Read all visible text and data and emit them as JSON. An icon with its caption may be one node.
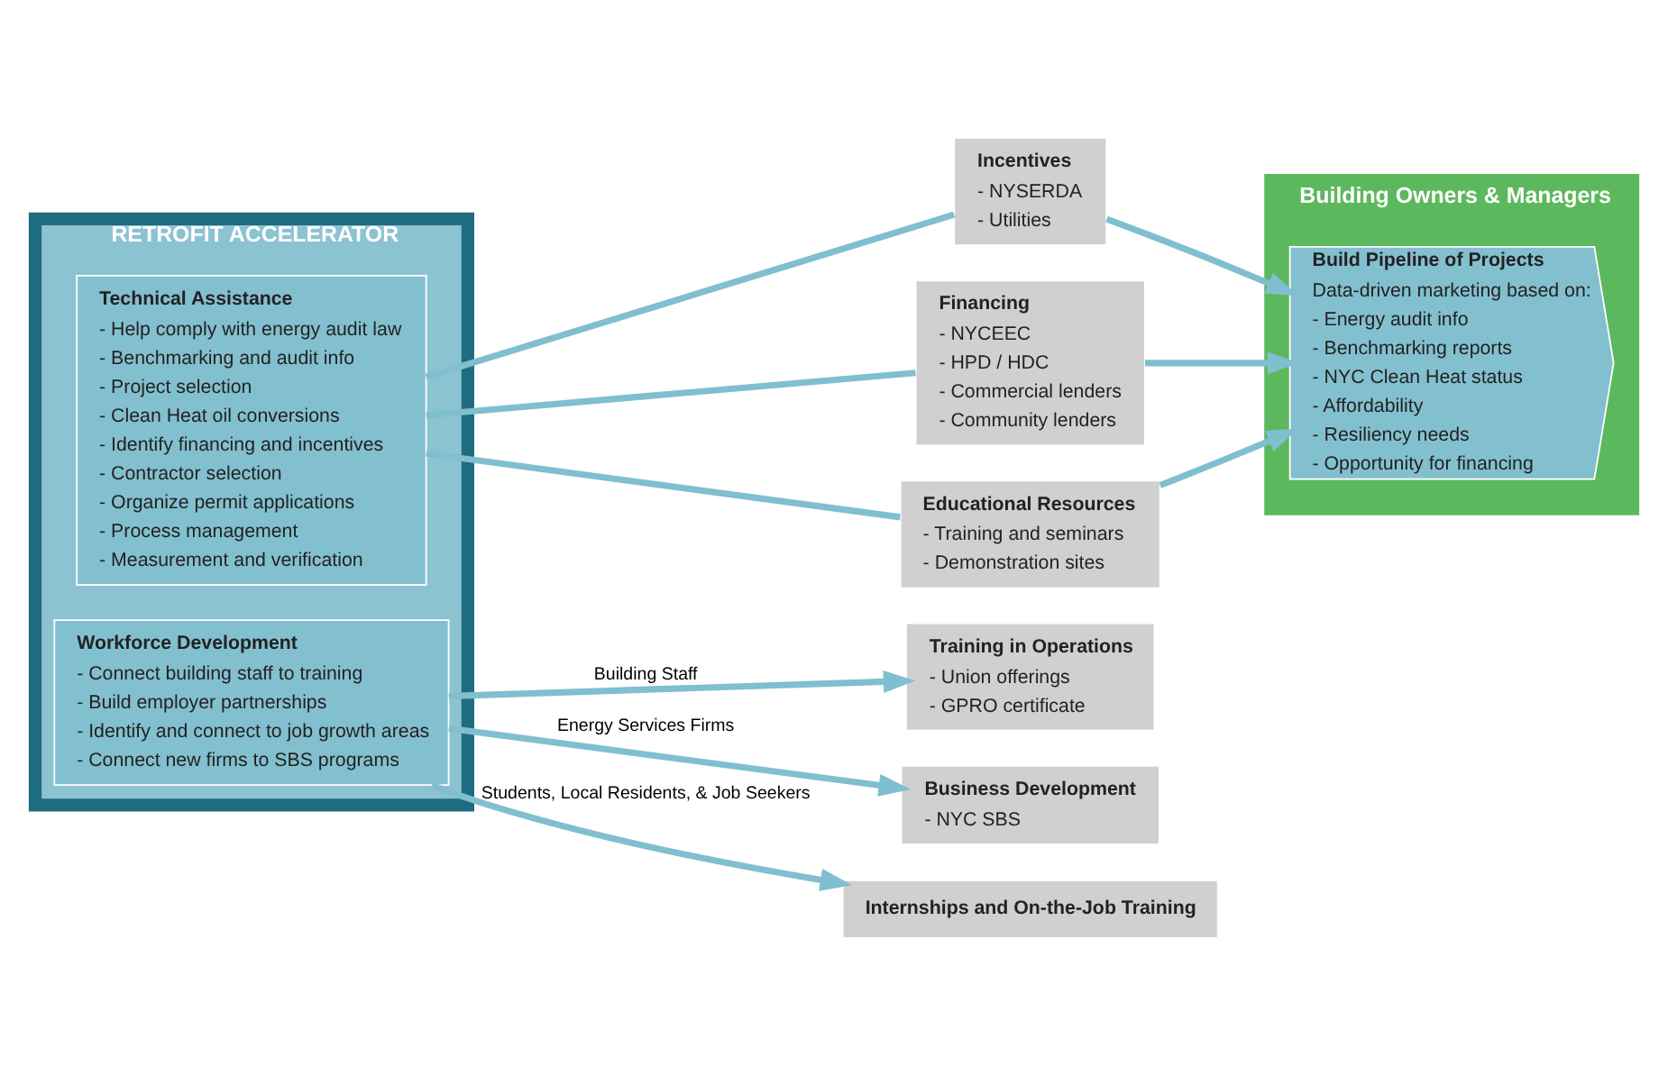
{
  "diagram": {
    "nodes": [
      {
        "text": [
          "RETROFIT ACCELERATOR"
        ]
      },
      {
        "text": [
          "Building Owners & Managers"
        ]
      },
      {
        "text": [
          "Build Pipeline of Projects",
          "Data-driven marketing based on:",
          "- Energy audit info",
          "- Benchmarking reports",
          "- NYC Clean Heat status",
          "- Affordability",
          "- Resiliency needs",
          "- Opportunity for financing"
        ],
        "in": 1
      },
      {
        "text": [
          "Technical Assistance",
          "- Help comply with energy audit law",
          "- Benchmarking and audit info",
          "- Project selection",
          "- Clean Heat oil conversions",
          "- Identify financing and incentives",
          "- Contractor selection",
          "- Organize permit applications",
          "- Process management",
          "- Measurement and verification"
        ],
        "in": 0
      },
      {
        "text": [
          "Workforce Development",
          "- Connect building staff to training",
          "- Build employer partnerships",
          "- Identify and connect to job growth areas",
          "- Connect new firms to SBS programs"
        ],
        "in": 0
      },
      {
        "text": [
          "Incentives",
          "- NYSERDA",
          "- Utilities"
        ]
      },
      {
        "text": [
          "Financing",
          "- NYCEEC",
          "- HPD / HDC",
          "- Commercial lenders",
          "- Community lenders"
        ]
      },
      {
        "text": [
          "Educational Resources",
          "- Training and seminars",
          "- Demonstration sites"
        ]
      },
      {
        "text": [
          "Training in Operations",
          "- Union offerings",
          "- GPRO certificate"
        ]
      },
      {
        "text": [
          "Business Development",
          "- NYC SBS"
        ]
      },
      {
        "text": [
          "Internships and On-the-Job Training"
        ]
      }
    ],
    "edges": [
      {
        "from": 3,
        "to": 5,
        "arrow": "none"
      },
      {
        "from": 3,
        "to": 6,
        "arrow": "none"
      },
      {
        "from": 3,
        "to": 7,
        "arrow": "none"
      },
      {
        "from": 5,
        "to": 2,
        "arrow": "to"
      },
      {
        "from": 6,
        "to": 2,
        "arrow": "to"
      },
      {
        "from": 7,
        "to": 2,
        "arrow": "to"
      },
      {
        "from": 4,
        "to": 8,
        "arrow": "to",
        "label": "Building Staff"
      },
      {
        "from": 4,
        "to": 9,
        "arrow": "to",
        "label": "Energy Services Firms"
      },
      {
        "from": 4,
        "to": 10,
        "arrow": "to",
        "label": "Students, Local Residents, & Job Seekers"
      }
    ]
  }
}
